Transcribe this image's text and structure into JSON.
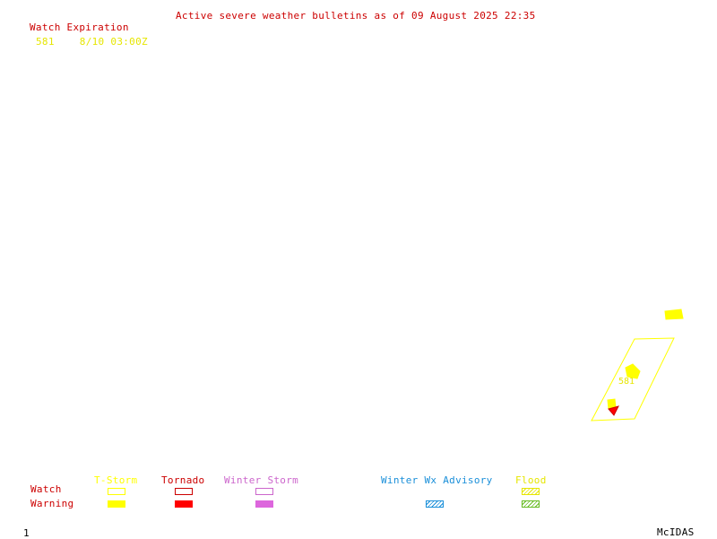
{
  "header": {
    "title": "Active severe weather bulletins as of 09 August 2025 22:35"
  },
  "watch_expiration": {
    "header": "Watch Expiration",
    "rows": [
      {
        "number": "581",
        "expires": "8/10 03:00Z"
      }
    ]
  },
  "map": {
    "watch_label": "581"
  },
  "legend": {
    "categories": {
      "tstorm": "T-Storm",
      "tornado": "Tornado",
      "winter_storm": "Winter Storm",
      "winter_wx_advisory": "Winter Wx Advisory",
      "flood": "Flood"
    },
    "rows": {
      "watch": "Watch",
      "warning": "Warning"
    }
  },
  "footer": {
    "frame_number": "1",
    "brand": "McIDAS"
  },
  "colors": {
    "title": "#cc0000",
    "tstorm": "#ffff00",
    "tornado": "#ff0000",
    "winter_storm": "#dd66dd",
    "winter_wx_advisory": "#1a8fd9",
    "flood_watch": "#e6e600",
    "flood_warning": "#66bb22"
  }
}
